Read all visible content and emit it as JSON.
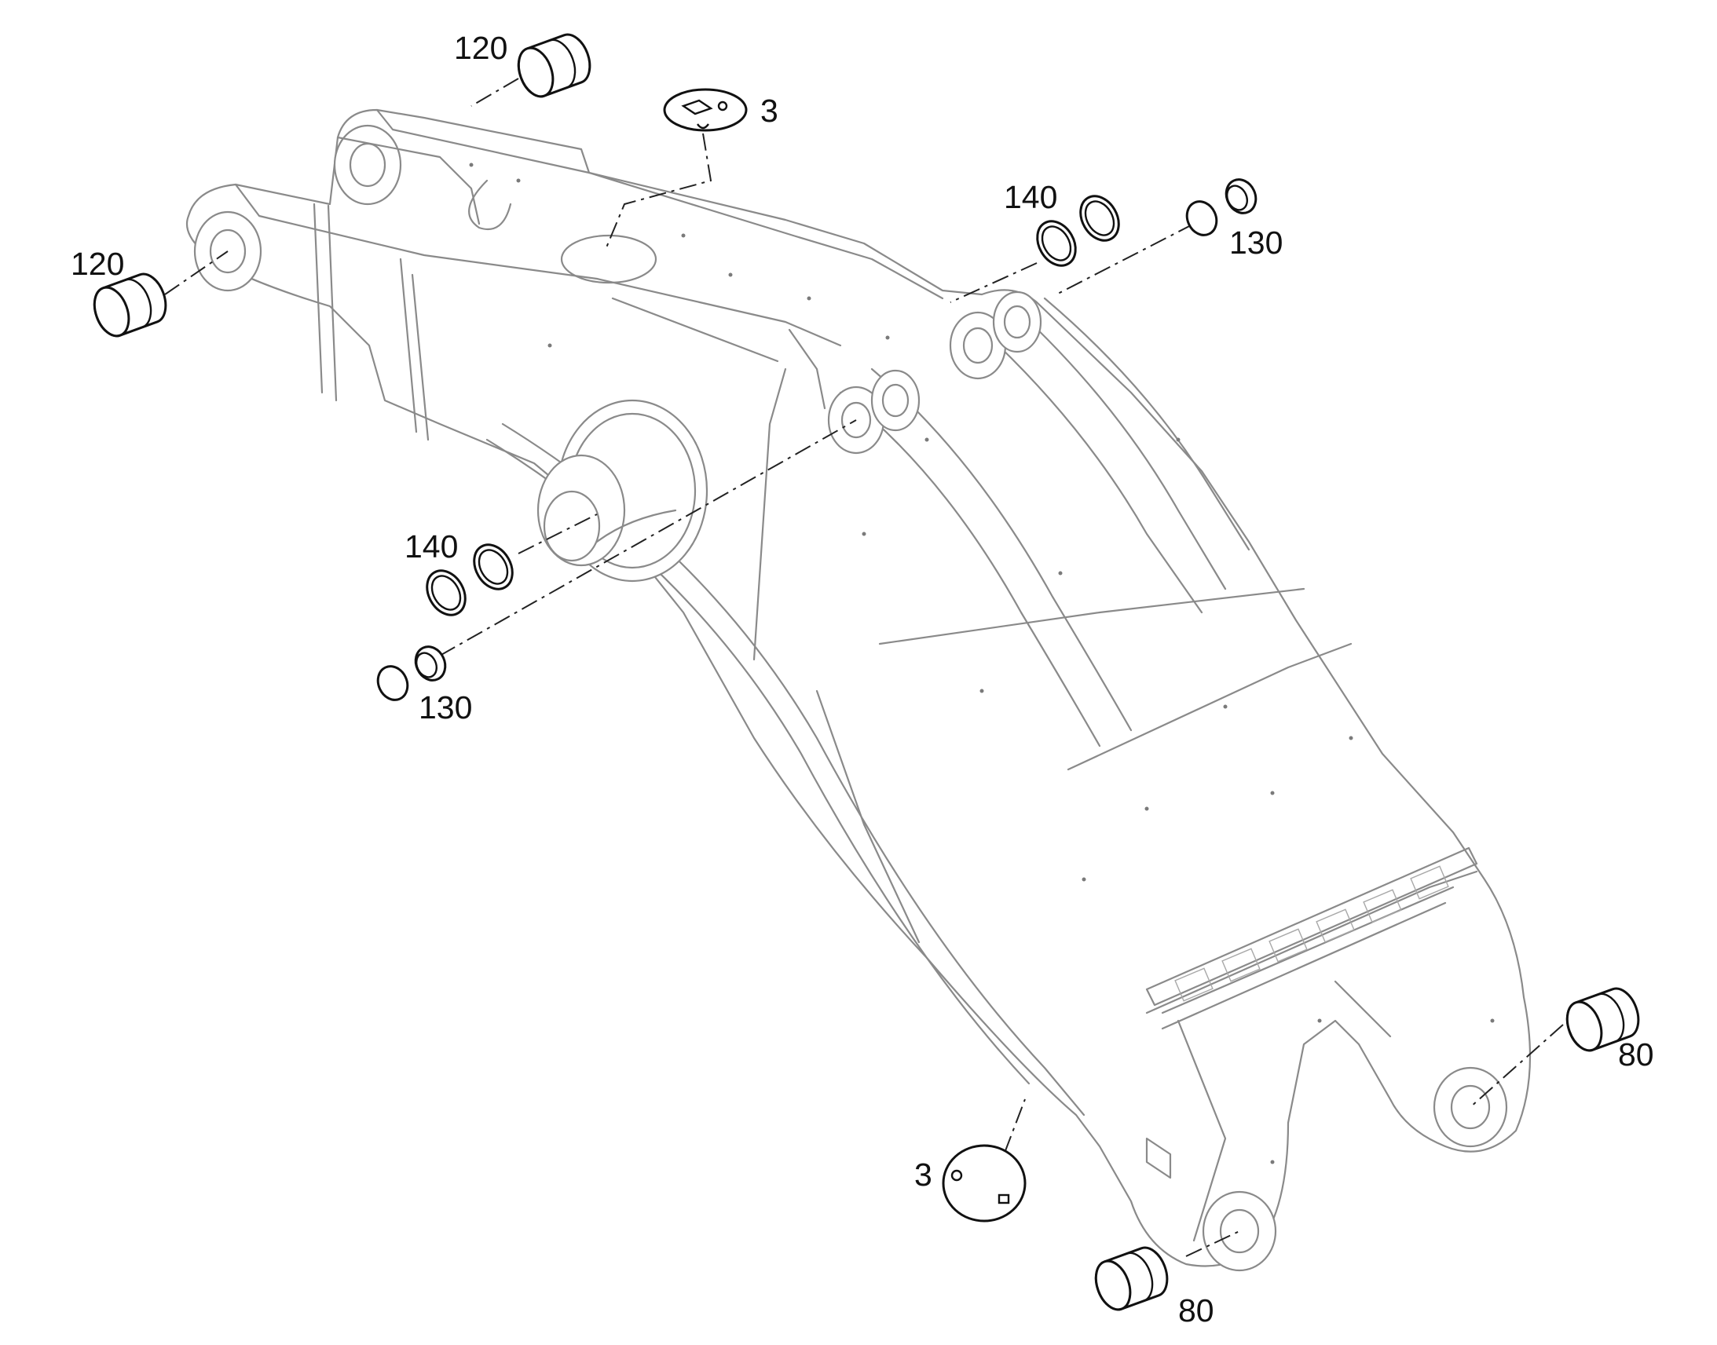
{
  "callouts": [
    {
      "id": "bushing-top-right",
      "label": "120"
    },
    {
      "id": "bushing-top-left",
      "label": "120"
    },
    {
      "id": "decal-top",
      "label": "3"
    },
    {
      "id": "seal-ring-upper",
      "label": "140"
    },
    {
      "id": "sleeve-upper",
      "label": "130"
    },
    {
      "id": "seal-ring-mid",
      "label": "140"
    },
    {
      "id": "sleeve-mid",
      "label": "130"
    },
    {
      "id": "bushing-right",
      "label": "80"
    },
    {
      "id": "bushing-bottom",
      "label": "80"
    },
    {
      "id": "decal-bottom",
      "label": "3"
    }
  ]
}
